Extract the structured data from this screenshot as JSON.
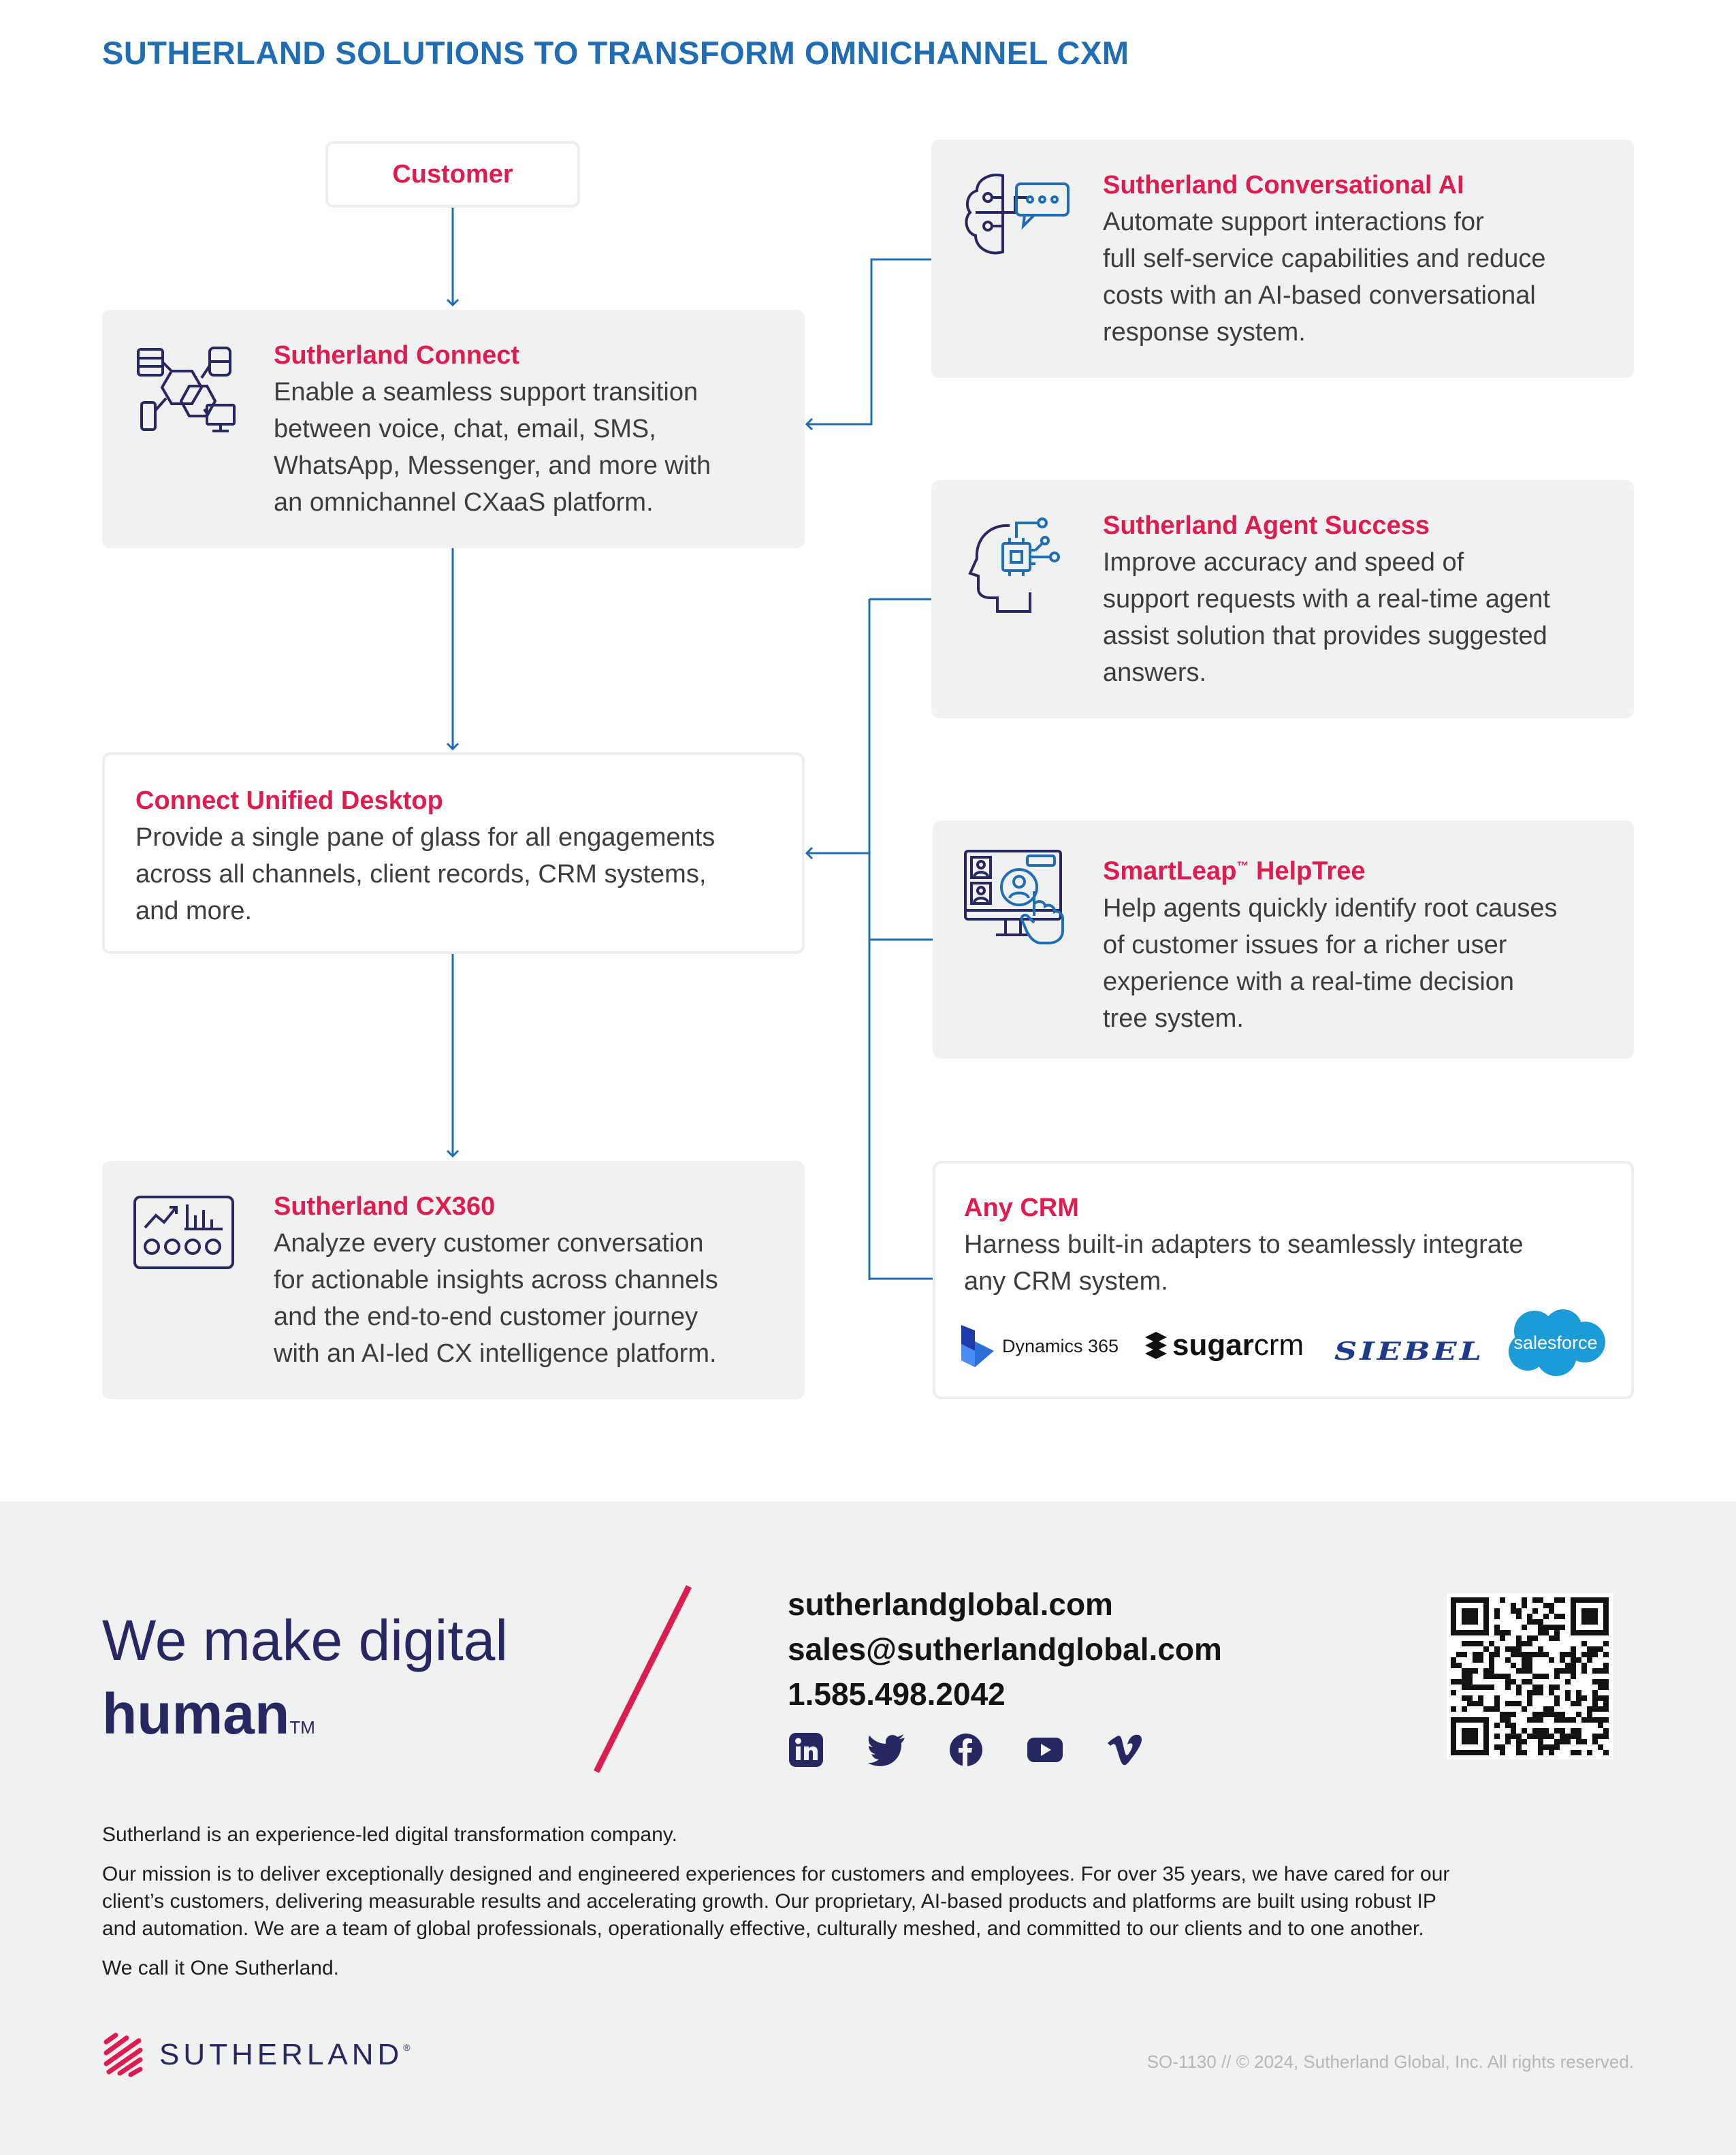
{
  "title": "SUTHERLAND SOLUTIONS TO TRANSFORM OMNICHANNEL CXM",
  "customer": "Customer",
  "connect": {
    "title": "Sutherland Connect",
    "lines": [
      "Enable a seamless support transition",
      "between voice, chat, email, SMS,",
      "WhatsApp, Messenger, and more with",
      "an omnichannel CXaaS platform."
    ]
  },
  "desktop": {
    "title": "Connect Unified Desktop",
    "lines": [
      "Provide a single pane of glass for all engagements",
      "across all channels, client records, CRM systems,",
      "and more."
    ]
  },
  "cx360": {
    "title": "Sutherland CX360",
    "lines": [
      "Analyze every customer conversation",
      "for actionable insights across channels",
      "and the end-to-end customer journey",
      "with an AI-led CX intelligence platform."
    ]
  },
  "conv_ai": {
    "title": "Sutherland Conversational AI",
    "lines": [
      "Automate support interactions for",
      "full self-service capabilities and reduce",
      "costs with an AI-based conversational",
      "response system."
    ]
  },
  "agent": {
    "title": "Sutherland Agent Success",
    "lines": [
      "Improve accuracy and speed of",
      "support requests with a real-time agent",
      "assist solution that provides suggested",
      "answers."
    ]
  },
  "helptree": {
    "title": "SmartLeap",
    "tm": "™",
    "title2": " HelpTree",
    "lines": [
      "Help agents quickly identify root causes",
      "of customer issues for a richer user",
      "experience with a real-time decision",
      "tree system."
    ]
  },
  "crm": {
    "title": "Any CRM",
    "lines": [
      "Harness built-in adapters to seamlessly integrate",
      "any CRM system."
    ],
    "logos": [
      "Dynamics 365",
      "sugar",
      "crm",
      "SIEBEL",
      "salesforce"
    ]
  },
  "footer": {
    "slogan1": "We make digital",
    "slogan2": "human",
    "slogan_tm": "TM",
    "website": "sutherlandglobal.com",
    "email": "sales@sutherlandglobal.com",
    "phone": "1.585.498.2042",
    "social": [
      "linkedin-icon",
      "twitter-icon",
      "facebook-icon",
      "youtube-icon",
      "vimeo-icon"
    ],
    "about1": "Sutherland is an experience-led digital transformation company.",
    "about2_lines": [
      "Our mission is to deliver exceptionally designed and engineered experiences for customers and employees. For over 35 years, we have cared for our",
      "client’s customers, delivering measurable results and accelerating growth. Our proprietary, AI-based products and platforms are built using robust IP",
      "and automation. We are a team of global professionals, operationally effective, culturally meshed, and committed to our clients and to one another."
    ],
    "about3": "We call it One Sutherland.",
    "brand": "SUTHERLAND",
    "brand_mark": "®",
    "copyright": "SO-1130 // © 2024, Sutherland Global, Inc. All rights reserved."
  },
  "colors": {
    "accent_blue": "#1f6db5",
    "accent_red": "#dd1c4f",
    "navy": "#272761",
    "panel_grey": "#f0f1f1"
  }
}
